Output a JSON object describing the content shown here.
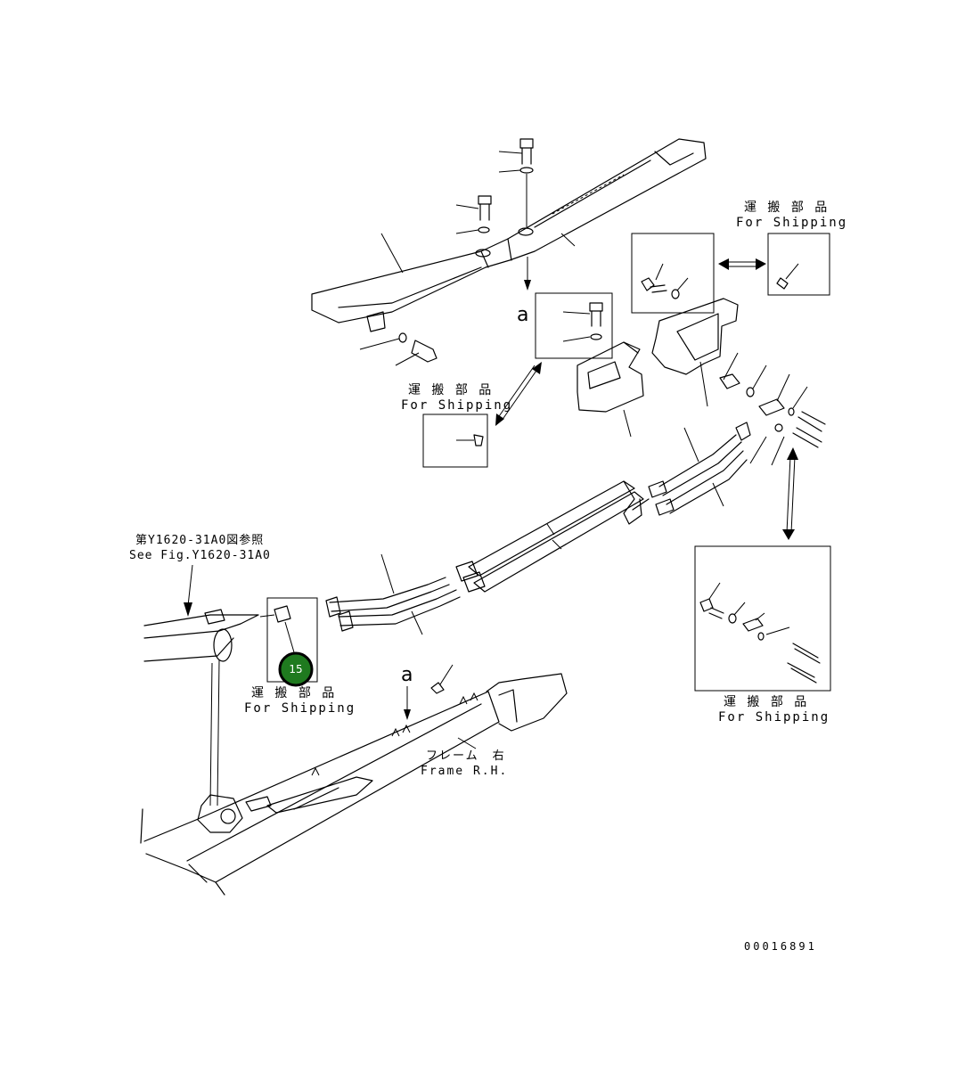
{
  "diagram": {
    "labels": {
      "shipping_jp": "運 搬 部 品",
      "shipping_en": "For Shipping",
      "see_fig_jp": "第Y1620-31A0図参照",
      "see_fig_en": "See Fig.Y1620-31A0",
      "frame_jp": "フレーム　右",
      "frame_en": "Frame R.H.",
      "view_a": "a",
      "drawing_number": "00016891"
    },
    "callouts": [
      {
        "number": "15",
        "color": "#1f7a1f"
      }
    ]
  }
}
